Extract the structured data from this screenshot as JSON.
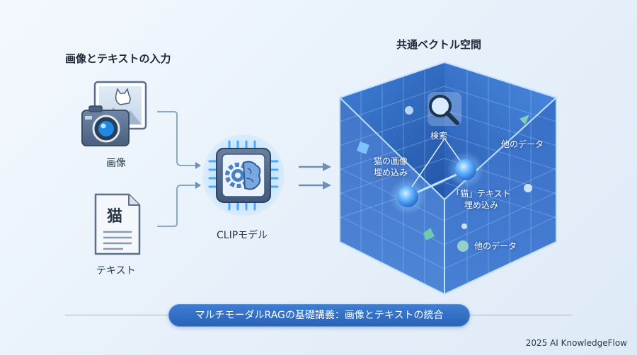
{
  "input_section": {
    "title": "画像とテキストの入力",
    "image_label": "画像",
    "text_label": "テキスト",
    "document_glyph": "猫"
  },
  "model": {
    "label": "CLIPモデル",
    "icon": "gear-brain-chip-icon"
  },
  "vector_space": {
    "title": "共通ベクトル空間",
    "search_label": "検索",
    "cat_image_label_line1": "猫の画像",
    "cat_image_label_line2": "埋め込み",
    "cat_text_label_line1": "「猫」テキスト",
    "cat_text_label_line2": "埋め込み",
    "other_data_label_1": "他のデータ",
    "other_data_label_2": "他のデータ"
  },
  "banner": {
    "text": "マルチモーダルRAGの基礎講義：画像とテキストの統合"
  },
  "footer": {
    "copyright": "2025 AI KnowledgeFlow"
  },
  "colors": {
    "accent": "#2a63b8",
    "cube_face": "#2f68c4",
    "node_glow": "#5fb2ff",
    "connector": "#8aa8c8"
  }
}
